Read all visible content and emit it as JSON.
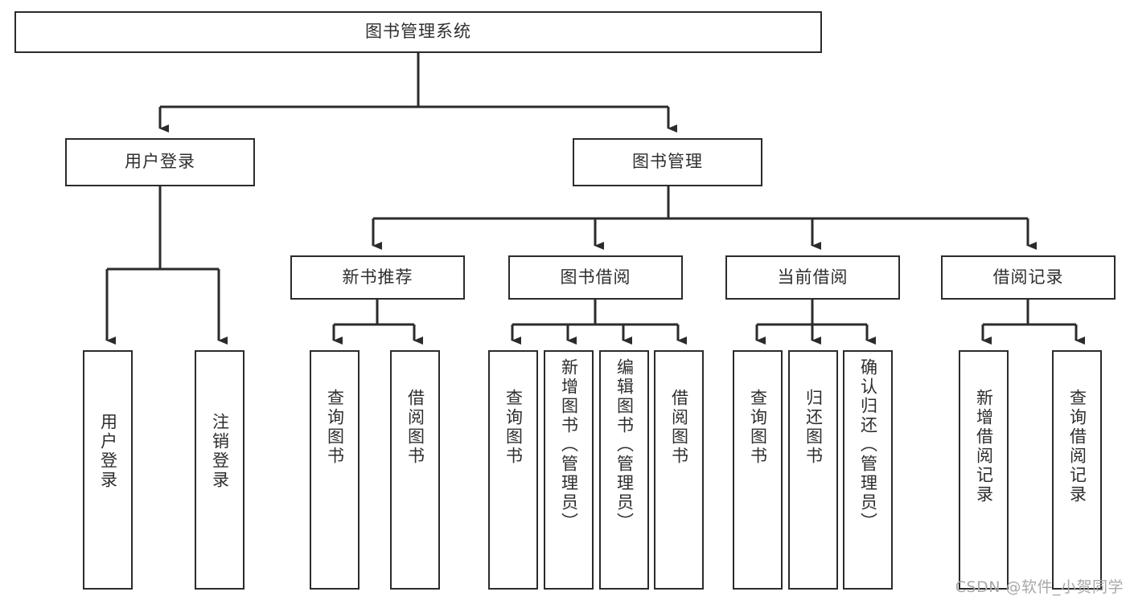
{
  "diagram": {
    "title": "图书管理系统",
    "type": "tree-hierarchy",
    "watermark": "CSDN @软件_小贺同学",
    "colors": {
      "box_border": "#2b2b2b",
      "box_fill": "#ffffff",
      "text": "#2e2e2e",
      "connector": "#2b2b2b",
      "watermark": "#a8a8a8",
      "background": "#ffffff"
    },
    "root": {
      "label": "图书管理系统"
    },
    "level2": [
      {
        "label": "用户登录"
      },
      {
        "label": "图书管理"
      }
    ],
    "level3": [
      {
        "label": "新书推荐"
      },
      {
        "label": "图书借阅"
      },
      {
        "label": "当前借阅"
      },
      {
        "label": "借阅记录"
      }
    ],
    "leaves": {
      "user_login": [
        {
          "label": "用户登录"
        },
        {
          "label": "注销登录"
        }
      ],
      "new_book_recommend": [
        {
          "label": "查询图书"
        },
        {
          "label": "借阅图书"
        }
      ],
      "book_borrow": [
        {
          "label": "查询图书"
        },
        {
          "label": "新增图书（管理员）"
        },
        {
          "label": "编辑图书（管理员）"
        },
        {
          "label": "借阅图书"
        }
      ],
      "current_borrow": [
        {
          "label": "查询图书"
        },
        {
          "label": "归还图书"
        },
        {
          "label": "确认归还（管理员）"
        }
      ],
      "borrow_record": [
        {
          "label": "新增借阅记录"
        },
        {
          "label": "查询借阅记录"
        }
      ]
    }
  }
}
